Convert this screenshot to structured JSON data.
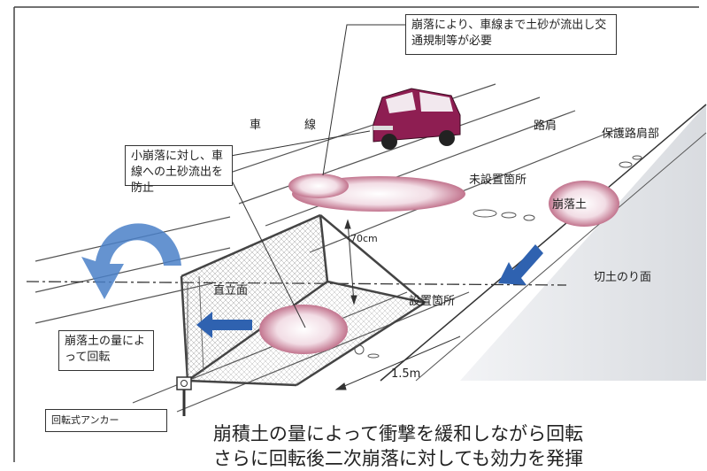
{
  "callouts": {
    "top_right": "崩落により、車線まで土砂が流出し交通規制等が必要",
    "top_left": "小崩落に対し、車線への土砂流出を防止",
    "rotate": "崩落土の量によって回転",
    "anchor": "回転式アンカー"
  },
  "labels": {
    "lane": "車　線",
    "shoulder": "路肩",
    "protected_shoulder": "保護路肩部",
    "not_installed": "未設置箇所",
    "debris": "崩落土",
    "cut_slope": "切土のり面",
    "height": "70cm",
    "vertical_face": "直立面",
    "installed": "設置箇所",
    "width": "1.5m"
  },
  "caption": {
    "line1": "崩積土の量によって衝撃を緩和しながら回転",
    "line2": "さらに回転後二次崩落に対しても効力を発揮"
  },
  "colors": {
    "arrow": "#2f62b0",
    "big_arrow": "#4a80c8",
    "car": "#8e1e52",
    "rubble": "#b65a78",
    "slope": "#c9ccd2"
  }
}
